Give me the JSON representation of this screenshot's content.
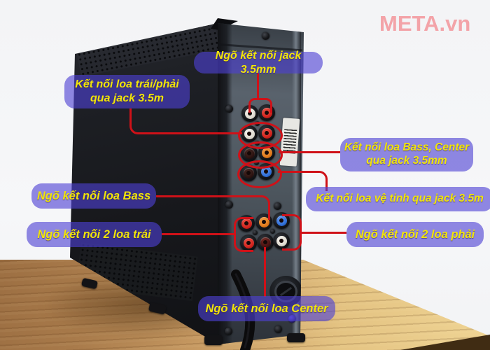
{
  "watermark": {
    "text": "META.vn",
    "color": "#f3a3a8"
  },
  "annotation_style": {
    "label_background": "rgba(77,65,212,0.62)",
    "label_text_color": "#f0e40a",
    "line_color": "#cf1118"
  },
  "labels": {
    "jack35": {
      "line1": "Ngõ kết nối jack 3.5mm"
    },
    "trai_phai": {
      "line1": "Kết nối loa trái/phải",
      "line2": "qua jack 3.5m"
    },
    "bass_center": {
      "line1": "Kết nối loa Bass, Center",
      "line2": "qua jack 3.5mm"
    },
    "ve_tinh": {
      "line1": "Kết nối loa vệ tinh qua jack 3.5m"
    },
    "ngo_bass": {
      "line1": "Ngõ kết nối loa Bass"
    },
    "ngo_2_trai": {
      "line1": "Ngõ kết nối 2 loa trái"
    },
    "ngo_2_phai": {
      "line1": "Ngõ kết nối 2 loa phải"
    },
    "ngo_center": {
      "line1": "Ngõ kết nối loa Center"
    }
  },
  "rear_panel": {
    "input_jack_pairs": [
      {
        "row": 1,
        "left": "white",
        "right": "red"
      },
      {
        "row": 2,
        "left": "white",
        "right": "red"
      },
      {
        "row": 3,
        "left": "black",
        "right": "orange"
      },
      {
        "row": 4,
        "left": "black",
        "right": "blue"
      }
    ],
    "output_jack_rows": [
      {
        "row": "top",
        "jacks": [
          "red",
          "orange",
          "blue"
        ]
      },
      {
        "row": "bottom",
        "jacks": [
          "red",
          "maroon",
          "white"
        ]
      }
    ],
    "jack_ring_colors": {
      "white": "#e8e4dc",
      "red": "#cf221c",
      "orange": "#e0791a",
      "blue": "#2f6fd8",
      "black": "#2a1210",
      "maroon": "#471312"
    },
    "has_barcode_sticker": true,
    "has_round_port": true,
    "has_power_cable": true
  }
}
